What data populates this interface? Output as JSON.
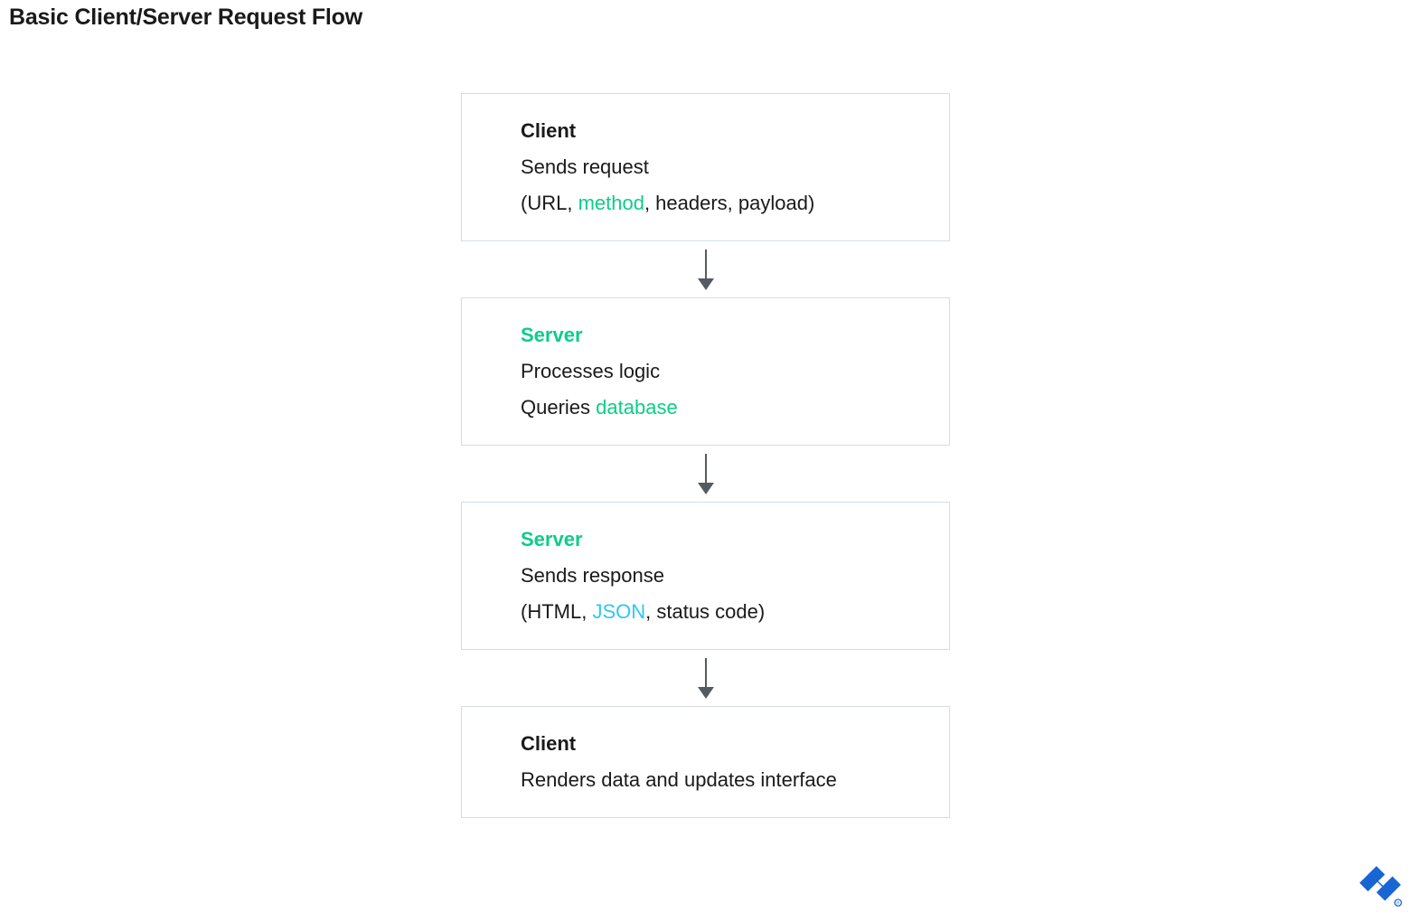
{
  "page": {
    "title": "Basic Client/Server Request Flow",
    "background": "#ffffff"
  },
  "colors": {
    "accent_green": "#0ccd89",
    "accent_cyan": "#2cc8f5",
    "text": "#1a1a1a",
    "box_border": "#d6dceb",
    "arrow": "#555b63",
    "brand_blue": "#1766d4"
  },
  "flow": {
    "nodes": [
      {
        "id": "client-request",
        "title": "Client",
        "title_color": "text",
        "size": "tall",
        "lines": [
          {
            "segments": [
              {
                "text": "Sends request",
                "color": "text"
              }
            ]
          },
          {
            "segments": [
              {
                "text": "(URL, ",
                "color": "text"
              },
              {
                "text": "method",
                "color": "accent_green"
              },
              {
                "text": ", headers, payload)",
                "color": "text"
              }
            ]
          }
        ]
      },
      {
        "id": "server-process",
        "title": "Server",
        "title_color": "accent_green",
        "size": "tall",
        "lines": [
          {
            "segments": [
              {
                "text": "Processes logic",
                "color": "text"
              }
            ]
          },
          {
            "segments": [
              {
                "text": "Queries ",
                "color": "text"
              },
              {
                "text": "database",
                "color": "accent_green"
              }
            ]
          }
        ]
      },
      {
        "id": "server-response",
        "title": "Server",
        "title_color": "accent_green",
        "size": "tall",
        "lines": [
          {
            "segments": [
              {
                "text": "Sends response",
                "color": "text"
              }
            ]
          },
          {
            "segments": [
              {
                "text": "(HTML, ",
                "color": "text"
              },
              {
                "text": "JSON",
                "color": "accent_cyan"
              },
              {
                "text": ", status code)",
                "color": "text"
              }
            ]
          }
        ]
      },
      {
        "id": "client-render",
        "title": "Client",
        "title_color": "text",
        "size": "short",
        "lines": [
          {
            "segments": [
              {
                "text": "Renders data and updates interface",
                "color": "text"
              }
            ]
          }
        ]
      }
    ],
    "connectors": [
      {
        "id": "arrow-1",
        "from": "client-request",
        "to": "server-process",
        "style": "down-arrow"
      },
      {
        "id": "arrow-2",
        "from": "server-process",
        "to": "server-response",
        "style": "down-arrow"
      },
      {
        "id": "arrow-3",
        "from": "server-response",
        "to": "client-render",
        "style": "down-arrow"
      }
    ]
  },
  "branding": {
    "logo_name": "toptal-logo",
    "trademark": "®"
  }
}
